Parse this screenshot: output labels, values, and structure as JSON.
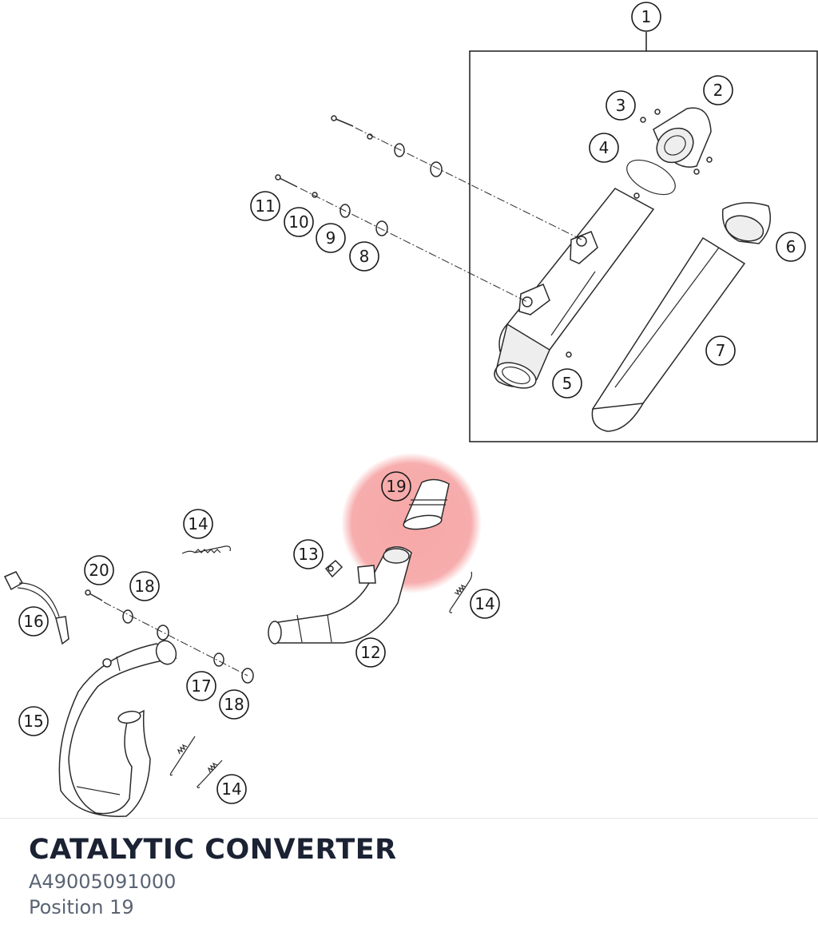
{
  "part": {
    "name": "CATALYTIC CONVERTER",
    "number": "A49005091000",
    "position": "Position 19"
  },
  "highlight": {
    "callout": "19",
    "color": "#f48a8a"
  },
  "callouts": [
    "1",
    "2",
    "3",
    "4",
    "5",
    "6",
    "7",
    "8",
    "9",
    "10",
    "11",
    "12",
    "13",
    "14",
    "14",
    "14",
    "15",
    "16",
    "17",
    "18",
    "18",
    "19",
    "20"
  ]
}
